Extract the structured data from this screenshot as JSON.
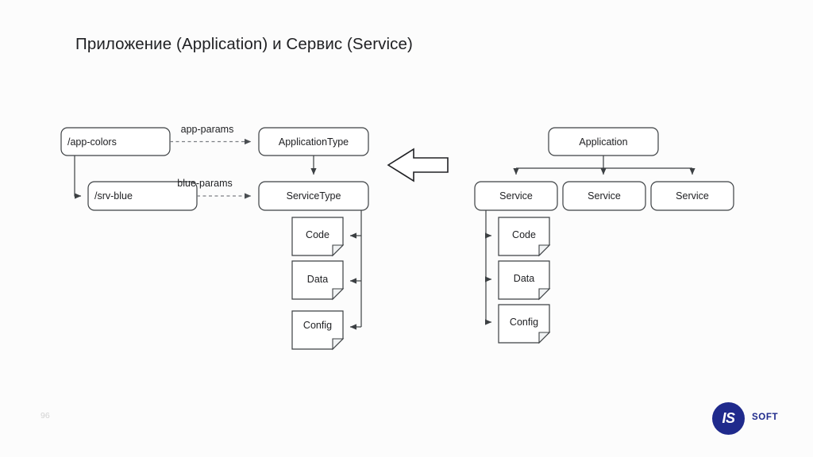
{
  "slide": {
    "title": "Приложение (Application) и Сервис (Service)",
    "page_number": "96",
    "background_color": "#fcfcfc",
    "text_color": "#202124",
    "stroke_color": "#3c4043"
  },
  "left_diagram": {
    "name": "type-definition-diagram",
    "boxes": [
      {
        "id": "app-colors",
        "label": "/app-colors",
        "shape": "rounded-rect",
        "align": "left"
      },
      {
        "id": "srv-blue",
        "label": "/srv-blue",
        "shape": "rounded-rect",
        "align": "left"
      },
      {
        "id": "application-type",
        "label": "ApplicationType",
        "shape": "rounded-rect",
        "align": "center"
      },
      {
        "id": "service-type",
        "label": "ServiceType",
        "shape": "rounded-rect",
        "align": "center"
      }
    ],
    "documents": [
      {
        "id": "left-code",
        "label": "Code",
        "shape": "document"
      },
      {
        "id": "left-data",
        "label": "Data",
        "shape": "document"
      },
      {
        "id": "left-config",
        "label": "Config",
        "shape": "document"
      }
    ],
    "edge_labels": [
      {
        "id": "app-params",
        "label": "app-params",
        "style": "dashed"
      },
      {
        "id": "blue-params",
        "label": "blue-params",
        "style": "dashed"
      }
    ]
  },
  "center": {
    "arrow": {
      "name": "left-block-arrow",
      "direction": "left"
    }
  },
  "right_diagram": {
    "name": "application-service-tree",
    "root": {
      "id": "application",
      "label": "Application",
      "shape": "rounded-rect"
    },
    "services": [
      {
        "id": "service-1",
        "label": "Service",
        "shape": "rounded-rect"
      },
      {
        "id": "service-2",
        "label": "Service",
        "shape": "rounded-rect"
      },
      {
        "id": "service-3",
        "label": "Service",
        "shape": "rounded-rect"
      }
    ],
    "documents": [
      {
        "id": "right-code",
        "label": "Code",
        "shape": "document"
      },
      {
        "id": "right-data",
        "label": "Data",
        "shape": "document"
      },
      {
        "id": "right-config",
        "label": "Config",
        "shape": "document"
      }
    ]
  },
  "branding": {
    "mark": "IS",
    "word": "SOFT",
    "color": "#1f2a8c"
  }
}
